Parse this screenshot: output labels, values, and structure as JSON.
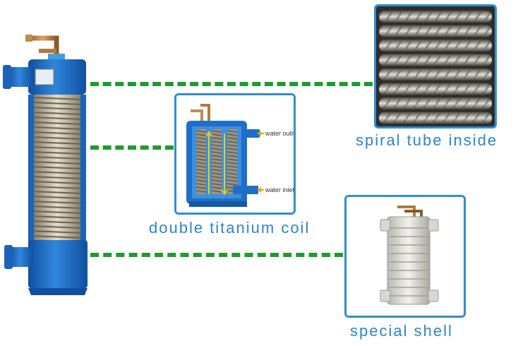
{
  "diagram": {
    "captions": {
      "spiral": "spiral tube inside",
      "coil": "double titanium coil",
      "shell": "special shell"
    },
    "inset_labels": {
      "water_outlet": "water outlet",
      "water_inlet": "water inlet"
    },
    "colors": {
      "connector_green": "#1f9a2f",
      "panel_border": "#2e8fd0",
      "caption_blue": "#2b86c8",
      "body_blue": "#1c6fc4"
    }
  }
}
